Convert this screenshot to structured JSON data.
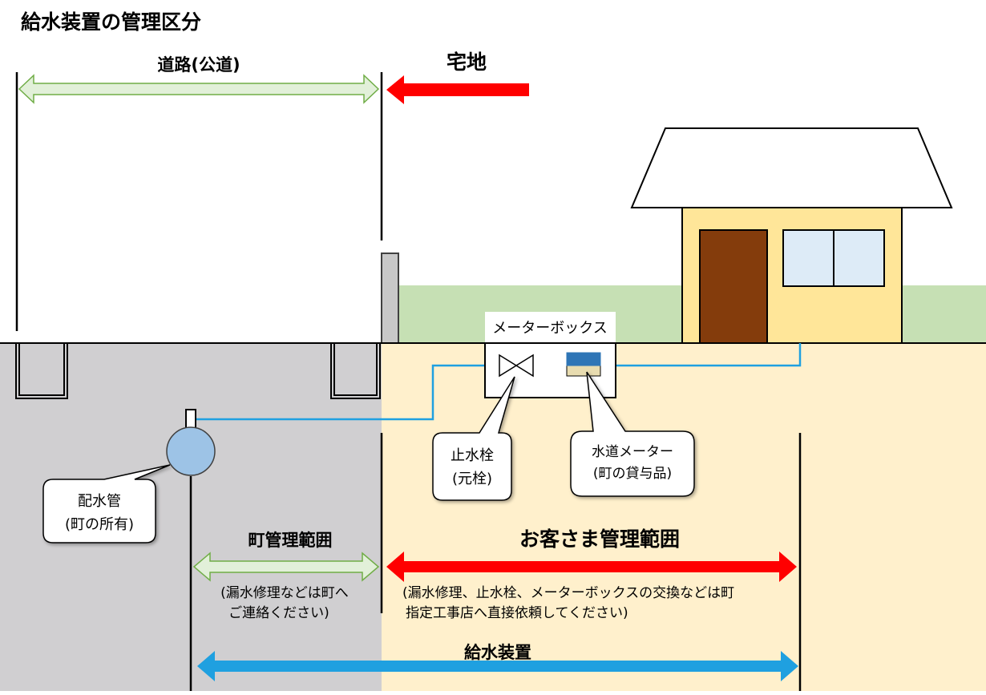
{
  "title": "給水装置の管理区分",
  "road_label": "道路(公道)",
  "residential_label": "宅地",
  "meter_box_label": "メーターボックス",
  "callouts": {
    "stop_valve": [
      "止水栓",
      "(元栓)"
    ],
    "water_meter": [
      "水道メーター",
      "(町の貸与品)"
    ],
    "distribution_pipe": [
      "配水管",
      "(町の所有)"
    ]
  },
  "town_scope": {
    "title": "町管理範囲",
    "note": [
      "(漏水修理などは町へ",
      "ご連絡ください)"
    ]
  },
  "customer_scope": {
    "title": "お客さま管理範囲",
    "note": [
      "(漏水修理、止水栓、メーターボックスの交換などは町",
      "指定工事店へ直接依頼してください)"
    ]
  },
  "supply_device_label": "給水装置",
  "colors": {
    "road_ground": "#d0cfd1",
    "residential_ground": "#fff0cc",
    "lawn": "#c6e0b4",
    "house_wall": "#ffe699",
    "door": "#843c0c",
    "window": "#ddebf7",
    "pipe": "#1fa0e0",
    "distribution_pipe": "#9dc3e6",
    "meter_body": "#2e75b6",
    "meter_base": "#e8dcb0",
    "town_arrow": "#e2f0d9",
    "customer_arrow": "#ff0000",
    "supply_arrow": "#1fa0e0"
  }
}
